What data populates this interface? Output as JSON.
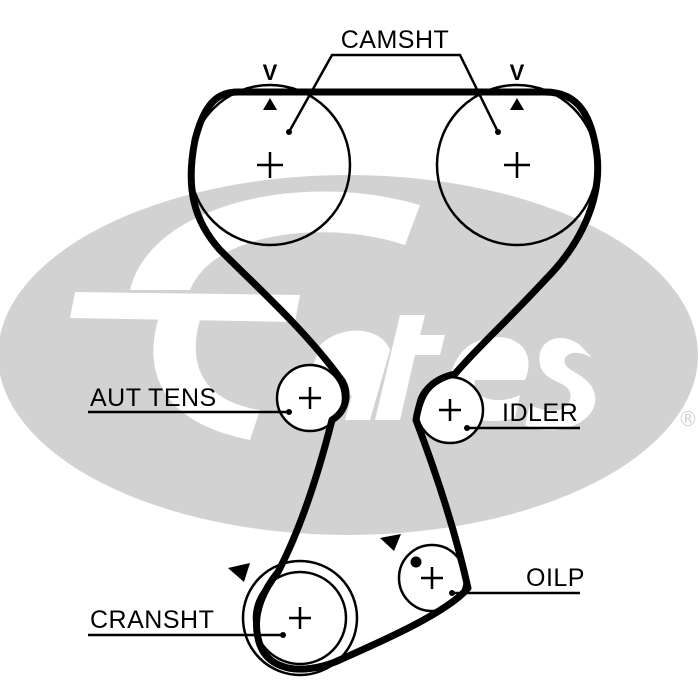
{
  "labels": {
    "camshaft": "CAMSHT",
    "tensioner": "AUT TENS",
    "idler": "IDLER",
    "oil_pump": "OILP",
    "crankshaft": "CRANSHT",
    "timing_mark_left": "V",
    "timing_mark_right": "V",
    "registered": "®"
  },
  "colors": {
    "ink": "#000000",
    "watermark": "#d2d2d2",
    "background": "#ffffff"
  },
  "icons": {
    "timing_arrow": "triangle-marker",
    "pulley_center": "plus-crosshair"
  }
}
